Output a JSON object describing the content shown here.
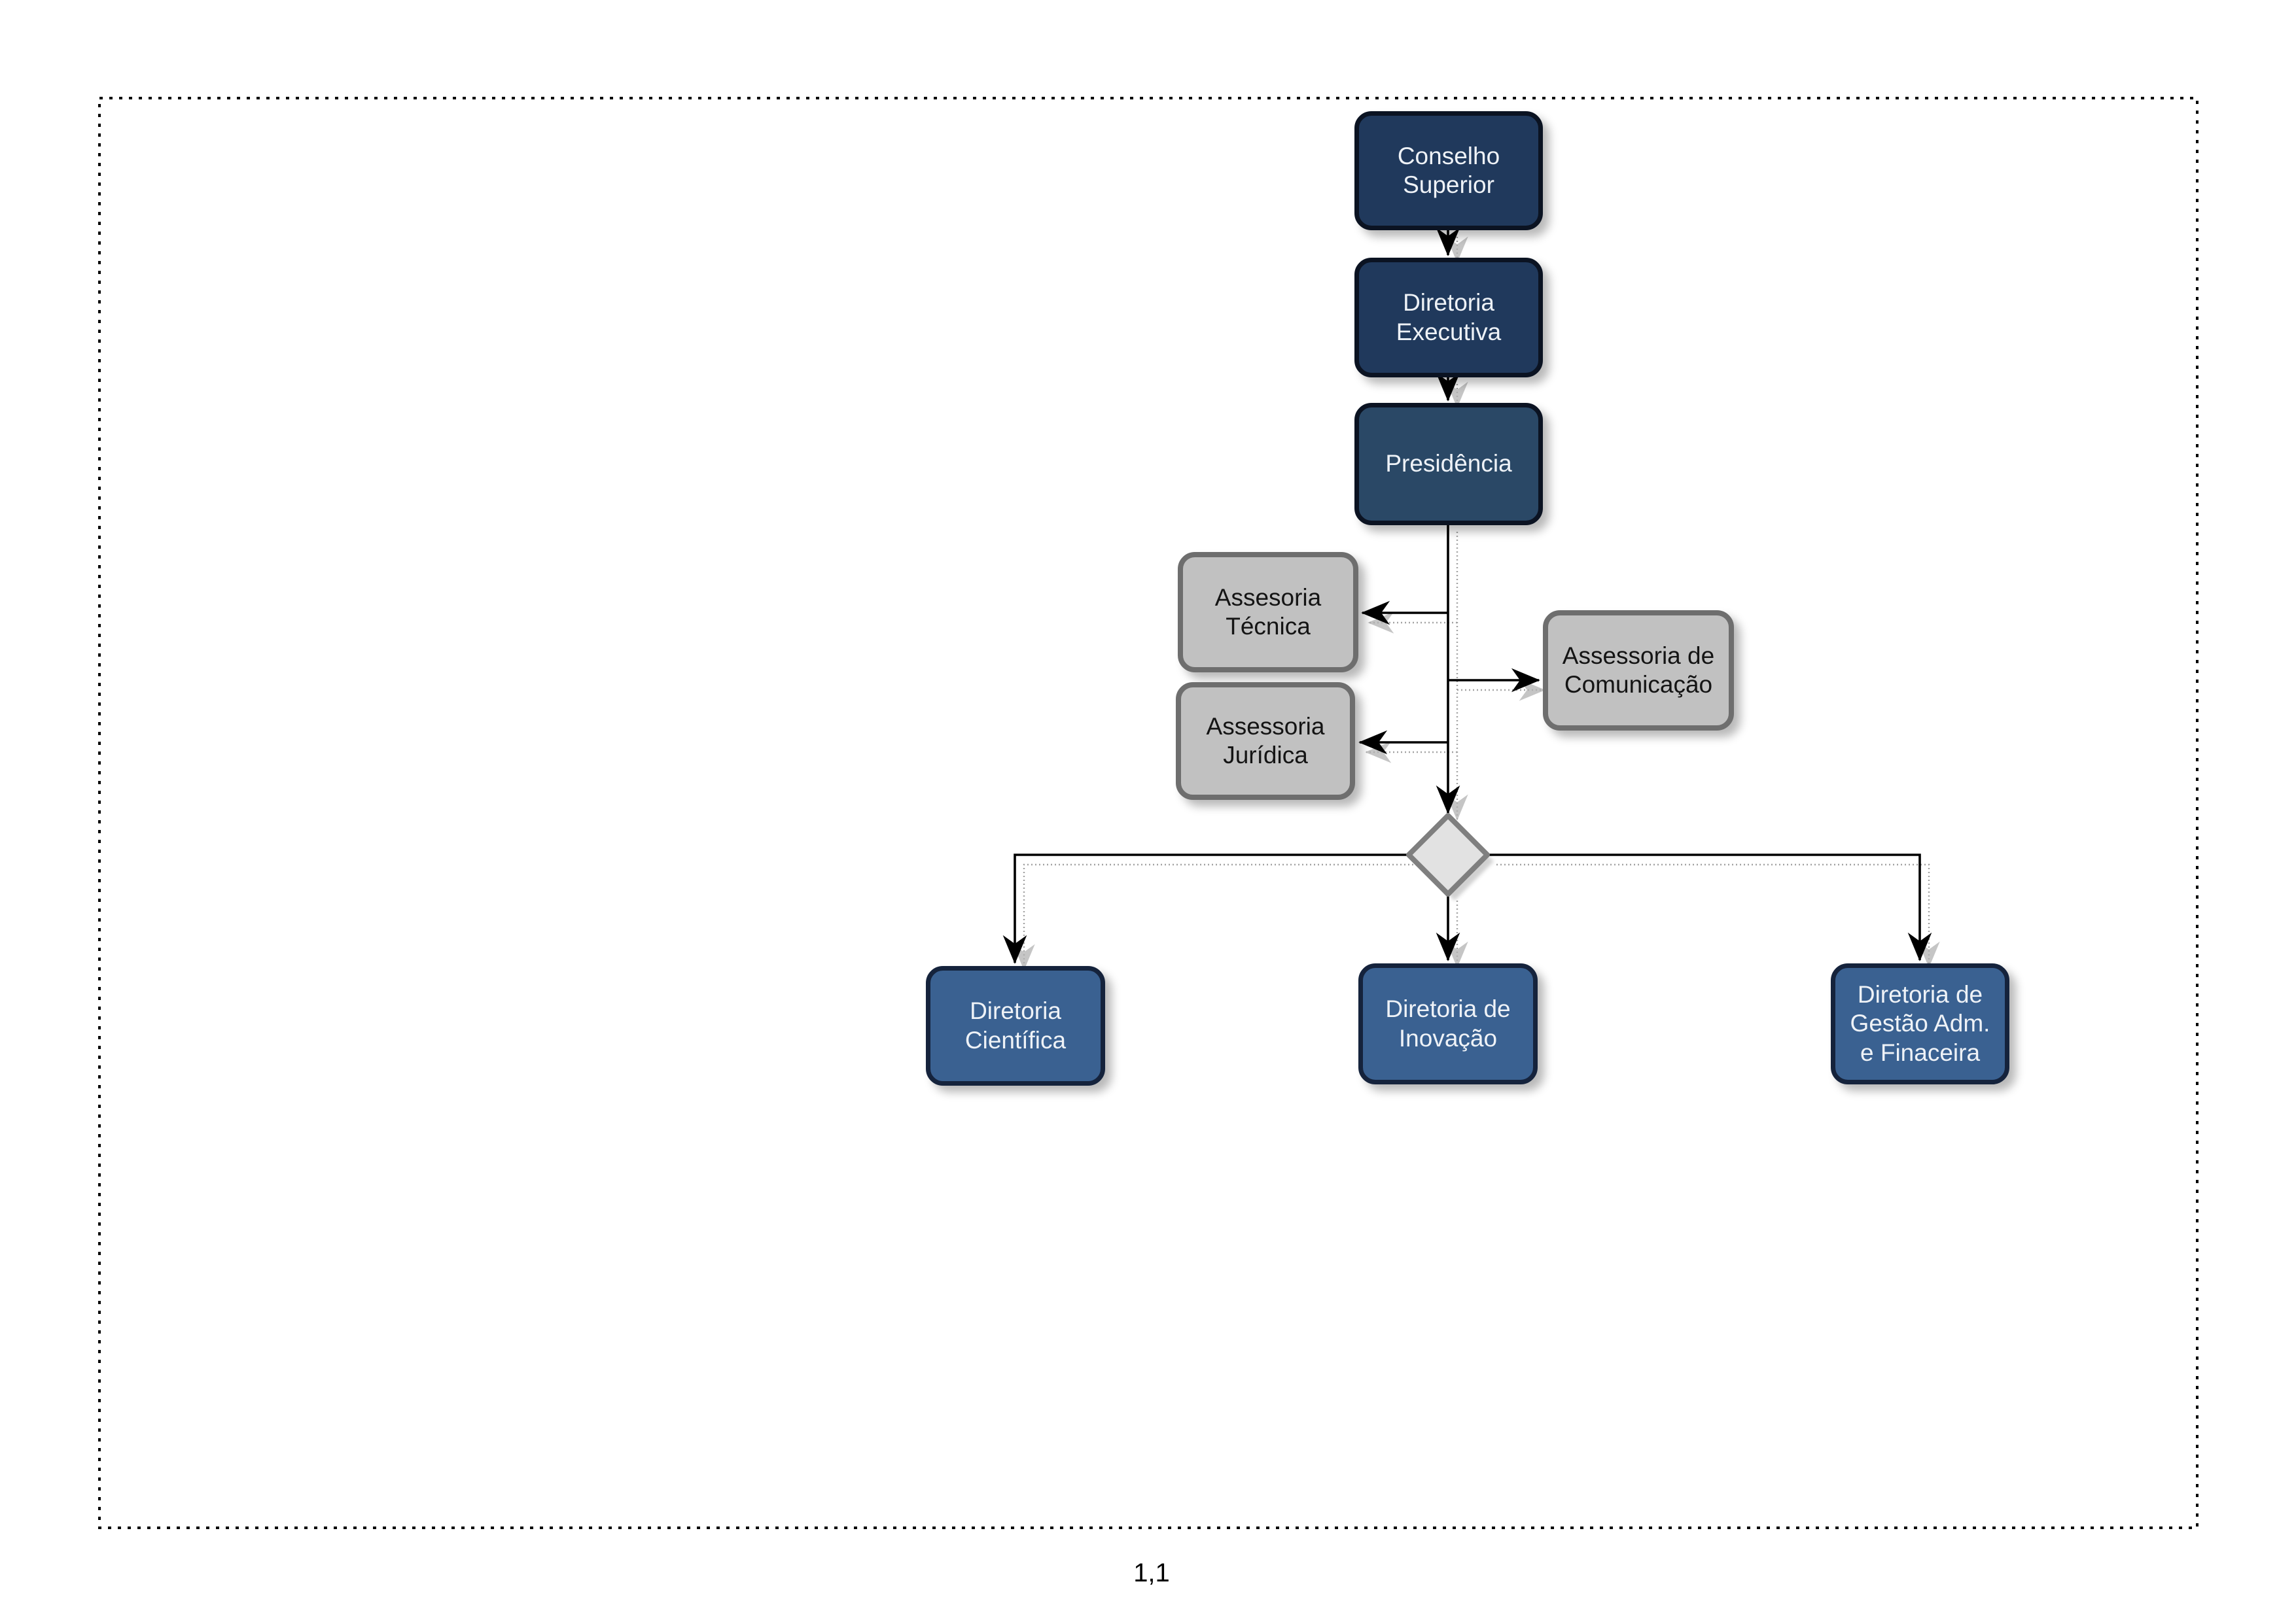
{
  "diagram": {
    "page_label": "1,1",
    "nodes": {
      "conselho": {
        "label": "Conselho Superior",
        "level": "top"
      },
      "executiva": {
        "label": "Diretoria Executiva",
        "level": "top"
      },
      "presidencia": {
        "label": "Presidência",
        "level": "top"
      },
      "tecnica": {
        "label": "Assesoria Técnica",
        "level": "staff"
      },
      "juridica": {
        "label": "Assessoria Jurídica",
        "level": "staff"
      },
      "comunicacao": {
        "label": "Assessoria de Comunicação",
        "level": "staff"
      },
      "cientifica": {
        "label": "Diretoria Científica",
        "level": "bottom"
      },
      "inovacao": {
        "label": "Diretoria de Inovação",
        "level": "bottom"
      },
      "gestao": {
        "label": "Diretoria de Gestão Adm. e Finaceira",
        "level": "bottom"
      }
    },
    "connections": [
      "Conselho Superior -> Diretoria Executiva",
      "Diretoria Executiva -> Presidência",
      "Presidência -> Assesoria Técnica",
      "Presidência -> Assessoria de Comunicação",
      "Presidência -> Assessoria Jurídica",
      "Presidência -> decision-diamond",
      "decision-diamond -> Diretoria Científica",
      "decision-diamond -> Diretoria de Inovação",
      "decision-diamond -> Diretoria de Gestão Adm. e Finaceira"
    ],
    "colors": {
      "dark_navy_fill": "#20395c",
      "navy_fill": "#2a4866",
      "medium_blue_fill": "#3a6191",
      "gray_fill": "#c1c1c1",
      "gray_border": "#6e6e6e",
      "diamond_fill": "#e2e2e2",
      "diamond_border": "#7f7f7f",
      "connector": "#000000",
      "connector_shadow": "#9a9a9a",
      "node_text_light": "#eef2f7",
      "node_text_dark": "#141414"
    }
  }
}
